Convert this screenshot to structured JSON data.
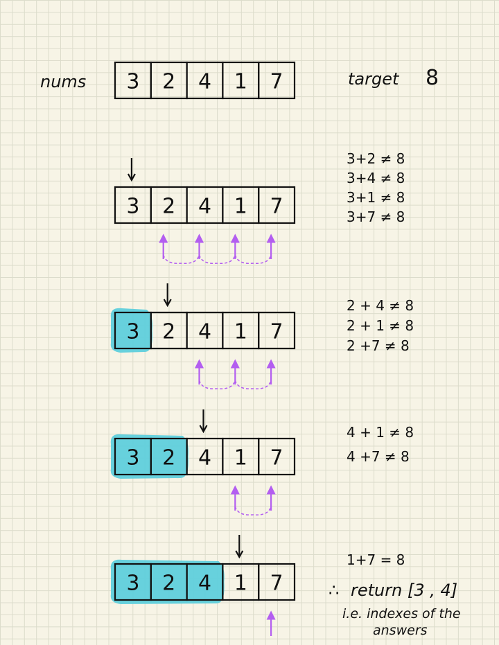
{
  "header": {
    "nums_label": "nums",
    "target_label": "target",
    "target_value": "8"
  },
  "colors": {
    "highlight": "#5fcfdc",
    "arrow": "#b35ef0",
    "ink": "#111111",
    "grid": "#dcdccb",
    "paper": "#f7f4e6"
  },
  "nums": [
    "3",
    "2",
    "4",
    "1",
    "7"
  ],
  "steps": [
    {
      "pointer_index": 0,
      "highlighted": 0,
      "arrow_targets": [
        1,
        2,
        3,
        4
      ],
      "equations": [
        "3+2 ≠ 8",
        "3+4 ≠ 8",
        "3+1 ≠ 8",
        "3+7 ≠ 8"
      ]
    },
    {
      "pointer_index": 1,
      "highlighted": 1,
      "arrow_targets": [
        2,
        3,
        4
      ],
      "equations": [
        "2 + 4 ≠ 8",
        "2 + 1 ≠ 8",
        "2 +7 ≠ 8"
      ]
    },
    {
      "pointer_index": 2,
      "highlighted": 2,
      "arrow_targets": [
        3,
        4
      ],
      "equations": [
        "4 + 1 ≠ 8",
        "4 +7 ≠ 8"
      ]
    },
    {
      "pointer_index": 3,
      "highlighted": 3,
      "arrow_targets": [
        4
      ],
      "equations": [
        "1+7 = 8"
      ]
    }
  ],
  "result": {
    "therefore_symbol": "∴",
    "return_text": "return [3 , 4]",
    "note_line1": "i.e. indexes of the",
    "note_line2": "answers"
  }
}
